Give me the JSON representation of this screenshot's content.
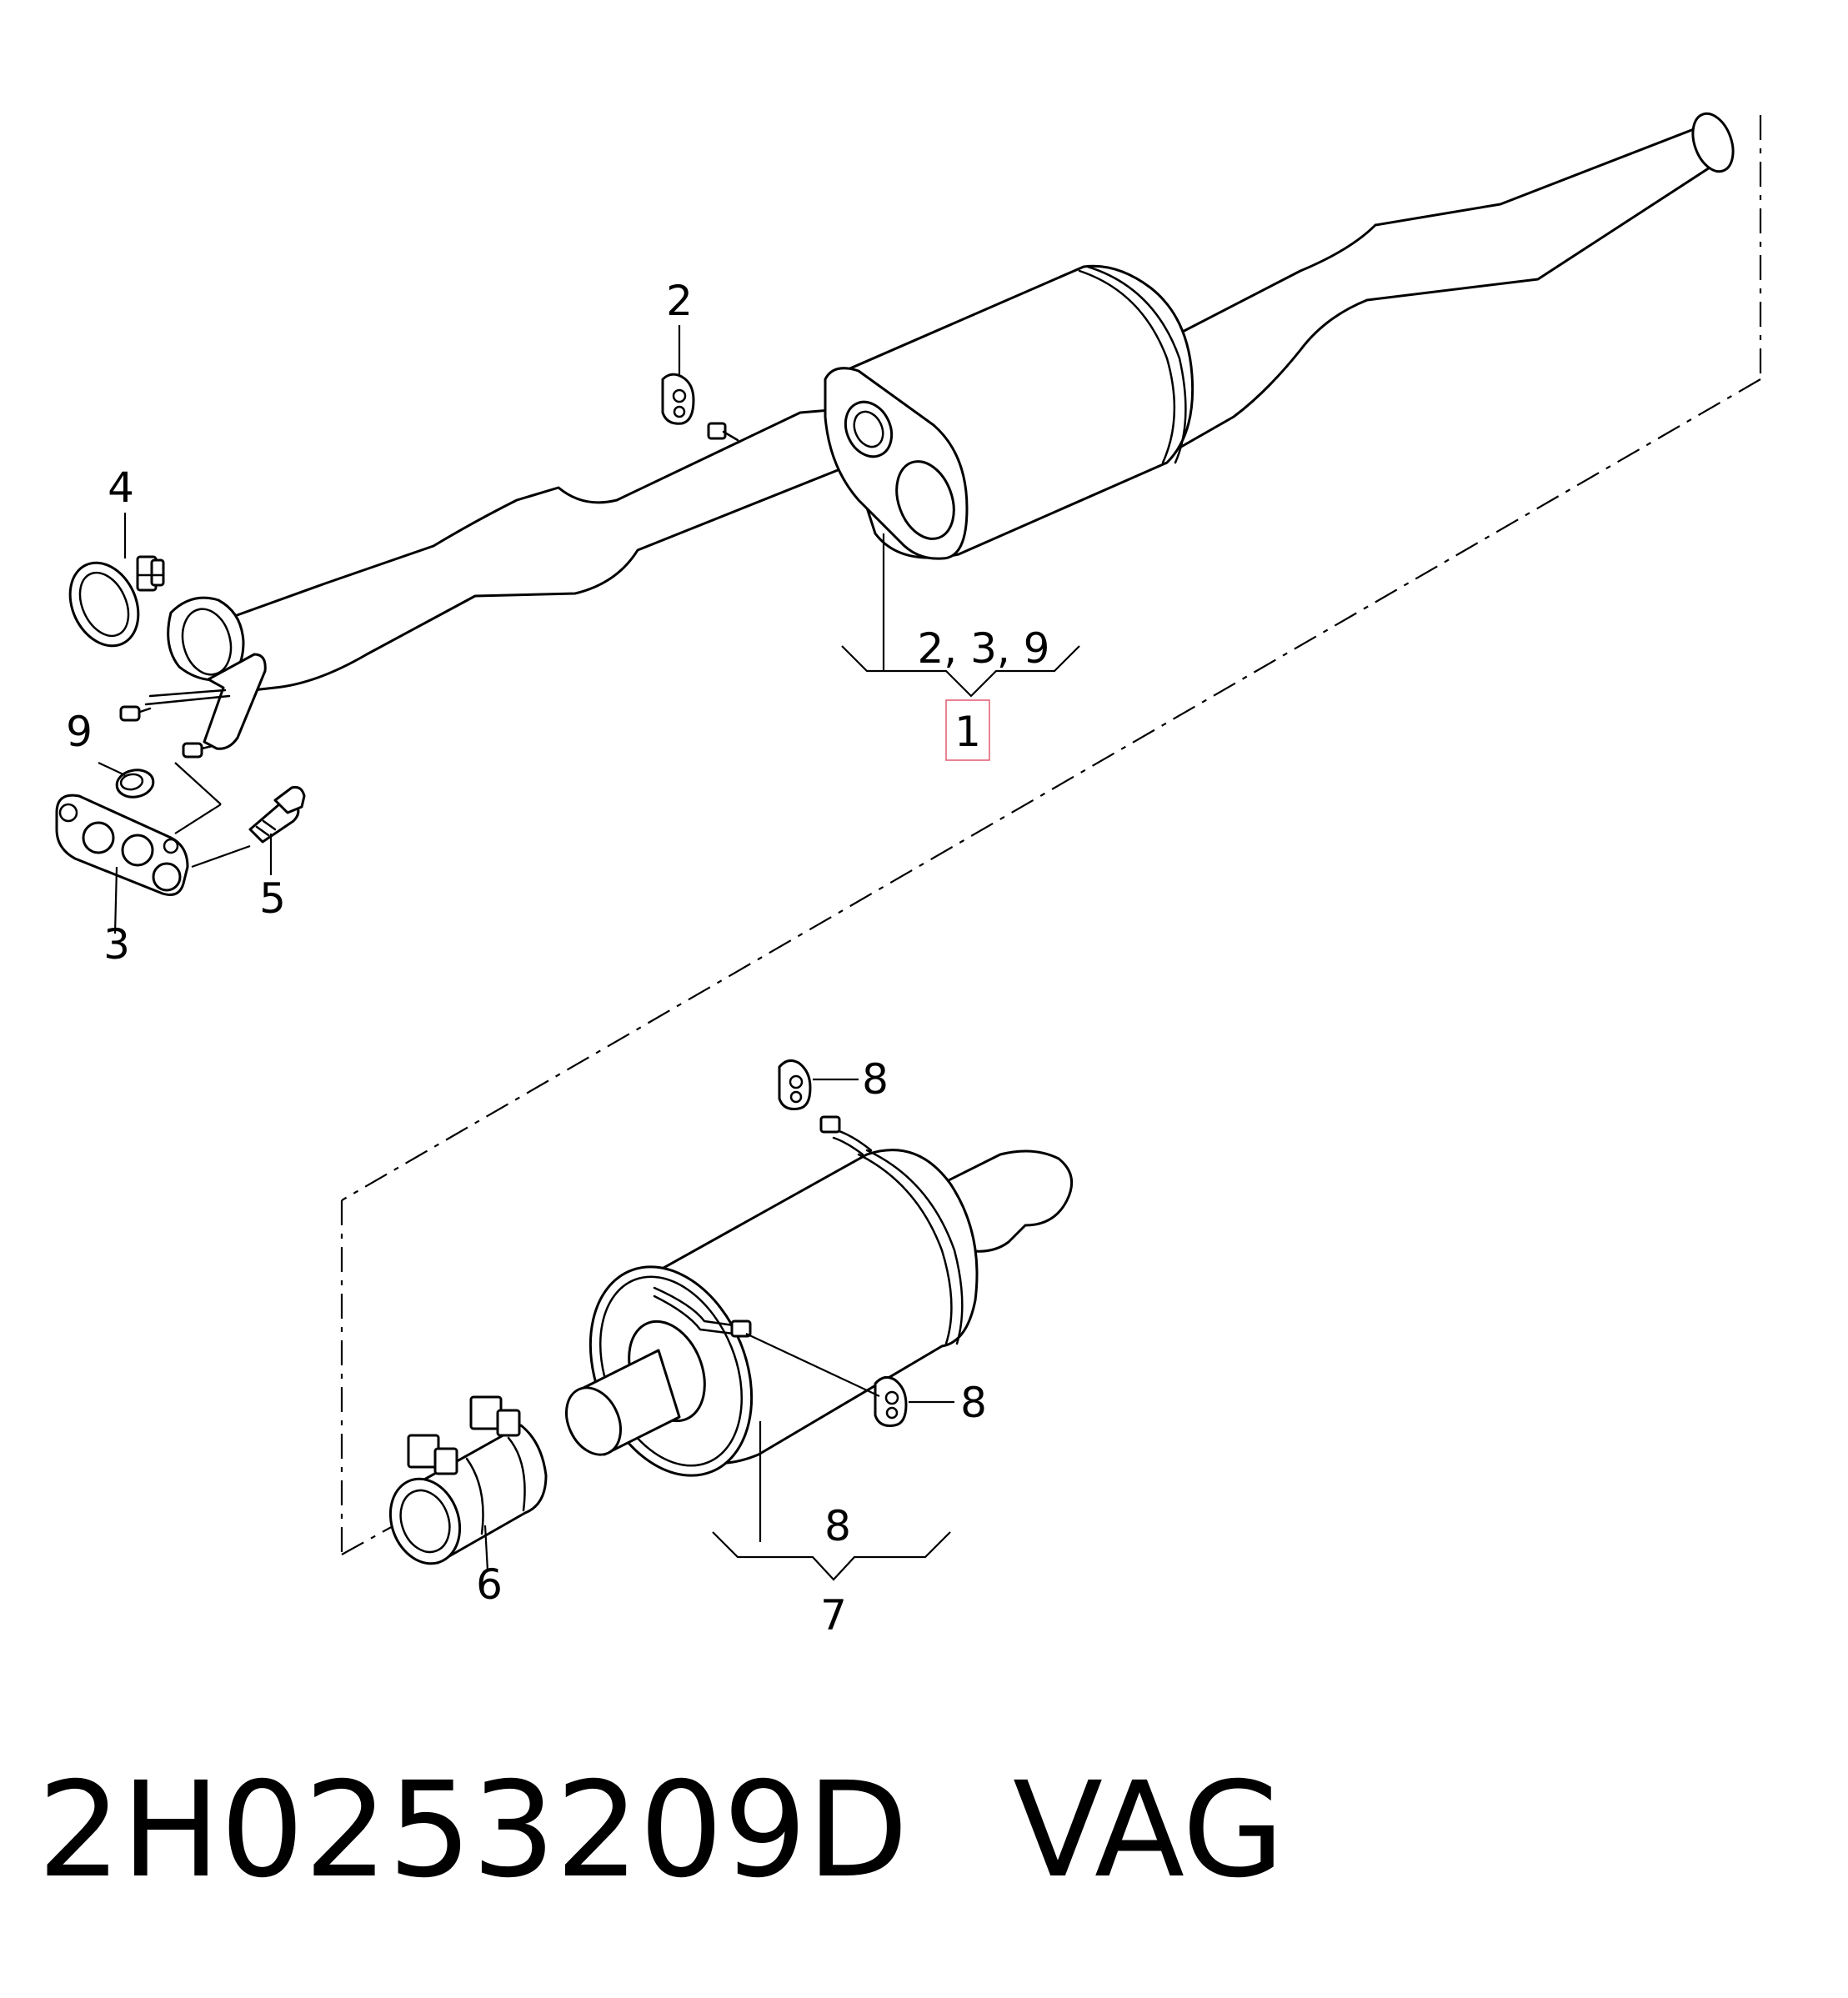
{
  "callouts": {
    "c1": "1",
    "c1_group": "2, 3, 9",
    "c2": "2",
    "c3": "3",
    "c4": "4",
    "c5": "5",
    "c6": "6",
    "c7": "7",
    "c7_group": "8",
    "c8a": "8",
    "c8b": "8",
    "c9": "9"
  },
  "highlight_color": "#e05a6e",
  "caption": {
    "part_number": "2H0253209D",
    "brand": "VAG"
  }
}
